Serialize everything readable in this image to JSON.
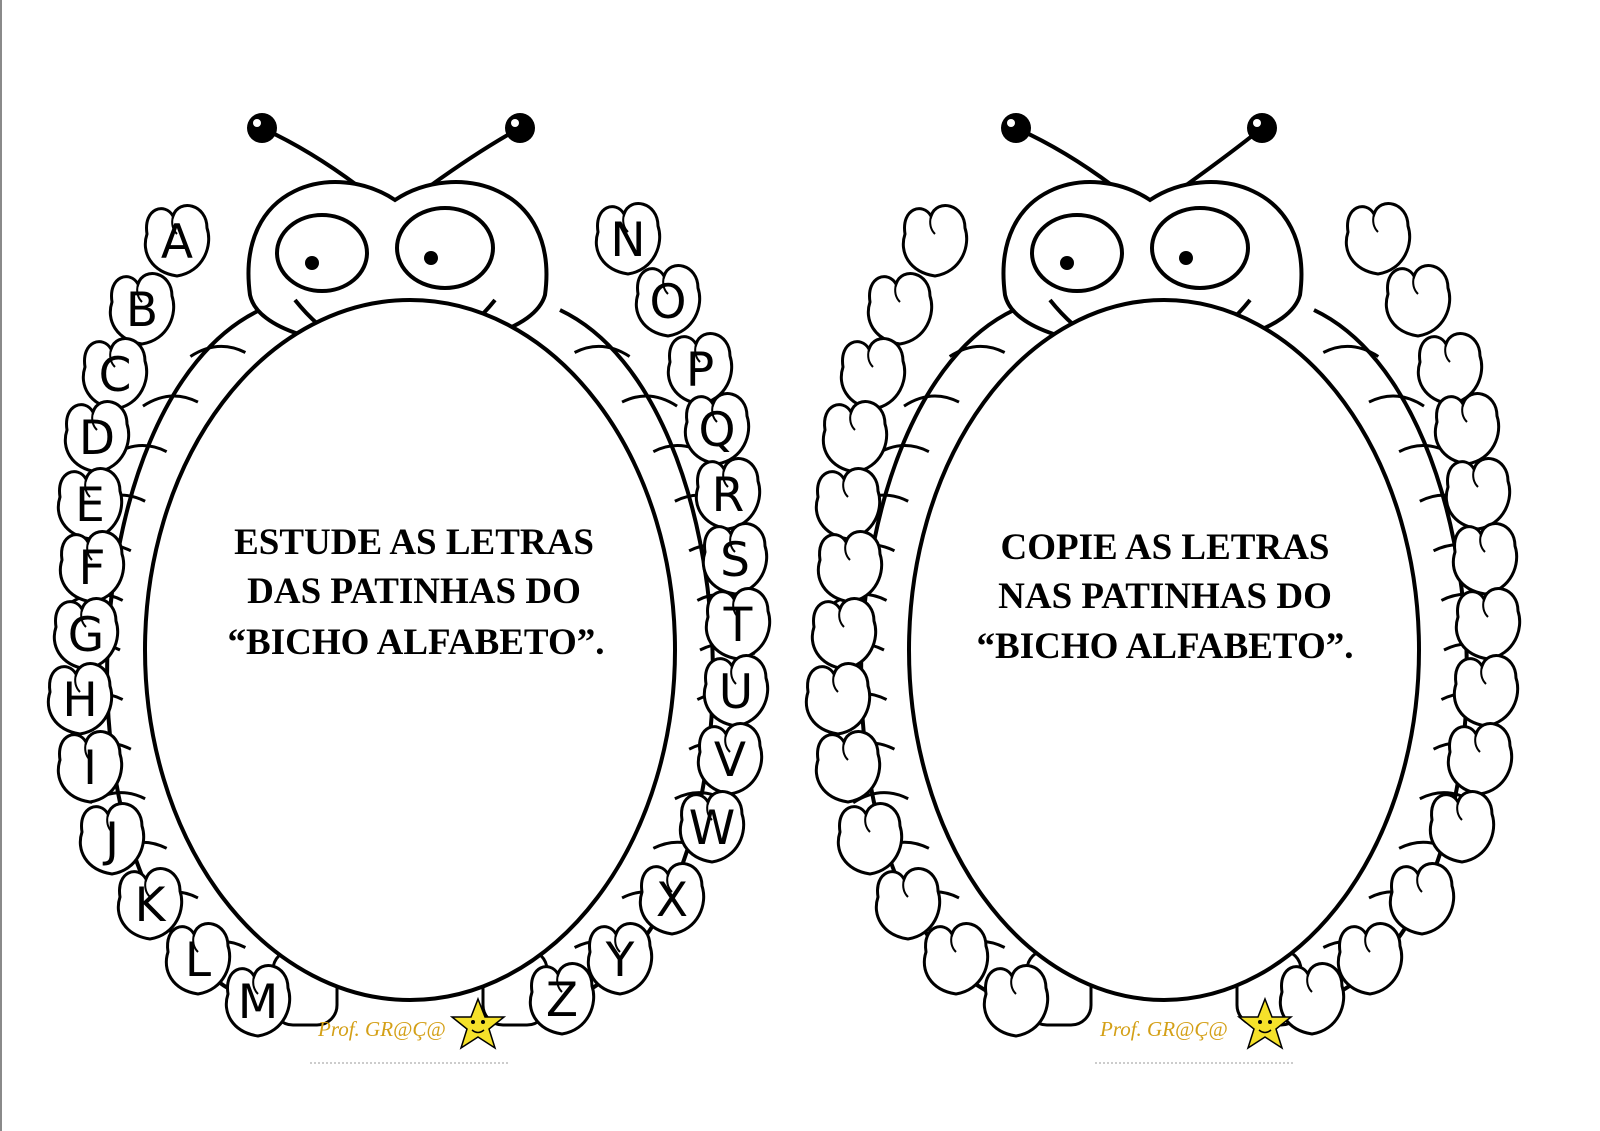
{
  "bugs": [
    {
      "instruction": [
        "ESTUDE  AS LETRAS",
        "DAS  PATINHAS  DO",
        "“BICHO  ALFABETO”."
      ],
      "letters": [
        "A",
        "B",
        "C",
        "D",
        "E",
        "F",
        "G",
        "H",
        "I",
        "J",
        "K",
        "L",
        "M",
        "N",
        "O",
        "P",
        "Q",
        "R",
        "S",
        "T",
        "U",
        "V",
        "W",
        "X",
        "Y",
        "Z"
      ],
      "signature": "Prof. GR@Ç@"
    },
    {
      "instruction": [
        "COPIE  AS LETRAS",
        "NAS  PATINHAS  DO",
        "“BICHO  ALFABETO”."
      ],
      "letters": [],
      "signature": "Prof. GR@Ç@"
    }
  ],
  "colors": {
    "ink": "#000000",
    "star": "#f5e12a",
    "signature": "#d4a017"
  },
  "icons": [
    "star-icon"
  ]
}
